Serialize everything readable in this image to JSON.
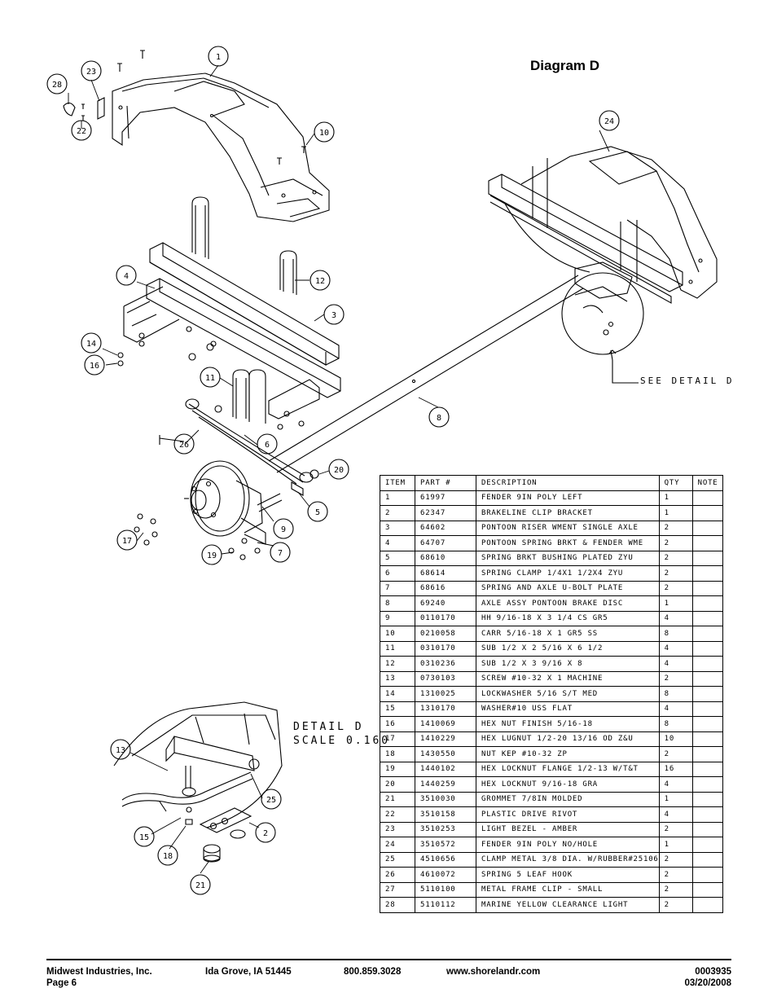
{
  "title": "Diagram D",
  "see_detail": "SEE DETAIL  D",
  "detail_label": {
    "line1": "DETAIL  D",
    "line2": "SCALE  0.160"
  },
  "callouts": {
    "c1": "1",
    "c2": "2",
    "c3": "3",
    "c4": "4",
    "c5": "5",
    "c6": "6",
    "c7": "7",
    "c8": "8",
    "c9": "9",
    "c10": "10",
    "c11": "11",
    "c12": "12",
    "c13": "13",
    "c14": "14",
    "c15": "15",
    "c16": "16",
    "c17": "17",
    "c18": "18",
    "c19": "19",
    "c20": "20",
    "c21": "21",
    "c22": "22",
    "c23": "23",
    "c24": "24",
    "c25": "25",
    "c26": "26",
    "c28": "28"
  },
  "table": {
    "headers": [
      "ITEM",
      "PART #",
      "DESCRIPTION",
      "QTY",
      "NOTE"
    ],
    "rows": [
      [
        "1",
        "61997",
        "FENDER  9IN POLY LEFT",
        "1",
        ""
      ],
      [
        "2",
        "62347",
        "BRAKELINE CLIP BRACKET",
        "1",
        ""
      ],
      [
        "3",
        "64602",
        "PONTOON RISER WMENT SINGLE AXLE",
        "2",
        ""
      ],
      [
        "4",
        "64707",
        "PONTOON SPRING BRKT & FENDER WME",
        "2",
        ""
      ],
      [
        "5",
        "68610",
        "SPRING BRKT BUSHING PLATED ZYU",
        "2",
        ""
      ],
      [
        "6",
        "68614",
        "SPRING CLAMP   1/4X1 1/2X4  ZYU",
        "2",
        ""
      ],
      [
        "7",
        "68616",
        "SPRING AND AXLE U-BOLT PLATE",
        "2",
        ""
      ],
      [
        "8",
        "69240",
        "AXLE ASSY  PONTOON BRAKE DISC",
        "1",
        ""
      ],
      [
        "9",
        "0110170",
        "HH 9/16-18 X 3 1/4 CS GR5",
        "4",
        ""
      ],
      [
        "10",
        "0210058",
        "CARR 5/16-18 X 1 GR5 SS",
        "8",
        ""
      ],
      [
        "11",
        "0310170",
        "SUB 1/2 X 2 5/16 X 6 1/2",
        "4",
        ""
      ],
      [
        "12",
        "0310236",
        "SUB 1/2 X 3 9/16 X 8",
        "4",
        ""
      ],
      [
        "13",
        "0730103",
        "SCREW #10-32 X 1 MACHINE",
        "2",
        ""
      ],
      [
        "14",
        "1310025",
        "LOCKWASHER 5/16 S/T MED",
        "8",
        ""
      ],
      [
        "15",
        "1310170",
        "WASHER#10 USS FLAT",
        "4",
        ""
      ],
      [
        "16",
        "1410069",
        "HEX NUT FINISH 5/16-18",
        "8",
        ""
      ],
      [
        "17",
        "1410229",
        "HEX LUGNUT 1/2-20 13/16 OD Z&U",
        "10",
        ""
      ],
      [
        "18",
        "1430550",
        "NUT KEP #10-32 ZP",
        "2",
        ""
      ],
      [
        "19",
        "1440102",
        "HEX LOCKNUT FLANGE 1/2-13 W/T&T",
        "16",
        ""
      ],
      [
        "20",
        "1440259",
        "HEX LOCKNUT 9/16-18 GRA",
        "4",
        ""
      ],
      [
        "21",
        "3510030",
        "GROMMET  7/8IN MOLDED",
        "1",
        ""
      ],
      [
        "22",
        "3510158",
        "PLASTIC DRIVE RIVOT",
        "4",
        ""
      ],
      [
        "23",
        "3510253",
        "LIGHT BEZEL - AMBER",
        "2",
        ""
      ],
      [
        "24",
        "3510572",
        "FENDER 9IN POLY NO/HOLE",
        "1",
        ""
      ],
      [
        "25",
        "4510656",
        "CLAMP METAL 3/8 DIA. W/RUBBER#25106",
        "2",
        ""
      ],
      [
        "26",
        "4610072",
        "SPRING  5 LEAF HOOK",
        "2",
        ""
      ],
      [
        "27",
        "5110100",
        "METAL FRAME CLIP - SMALL",
        "2",
        ""
      ],
      [
        "28",
        "5110112",
        "MARINE YELLOW CLEARANCE LIGHT",
        "2",
        ""
      ]
    ]
  },
  "footer": {
    "company": "Midwest Industries, Inc.",
    "page": "Page 6",
    "location": "Ida Grove, IA  51445",
    "phone": "800.859.3028",
    "website": "www.shorelandr.com",
    "doc_number": "0003935",
    "date": "03/20/2008"
  }
}
